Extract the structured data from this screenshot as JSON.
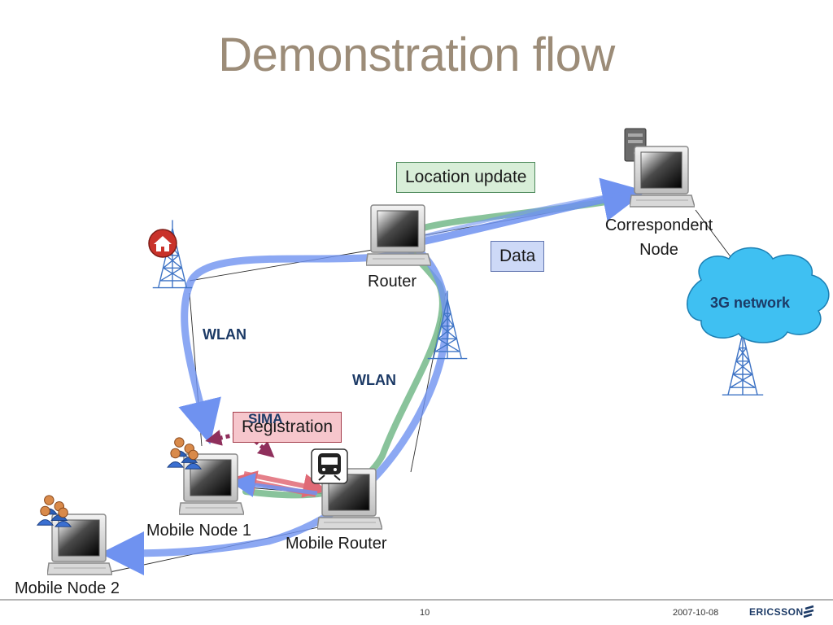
{
  "title": "Demonstration flow",
  "nodes": {
    "correspondent": "Correspondent\nNode",
    "router": "Router",
    "mobile_node_1": "Mobile Node 1",
    "mobile_router": "Mobile Router",
    "mobile_node_2": "Mobile Node 2"
  },
  "networks": {
    "wlan_left": "WLAN",
    "wlan_right": "WLAN",
    "cloud": "3G network"
  },
  "boxes": {
    "location_update": "Location update",
    "data": "Data",
    "registration": "Registration",
    "sima": "SIMA"
  },
  "footer": {
    "page": "10",
    "date": "2007-10-08",
    "brand": "ERICSSON"
  },
  "colors": {
    "title": "#9c8c78",
    "blue_flow": "#6f92f0",
    "green_flow": "#74b88a",
    "red_flow": "#e06a76",
    "sima_arrow": "#8f2f5c",
    "cloud": "#3fc0f2"
  }
}
